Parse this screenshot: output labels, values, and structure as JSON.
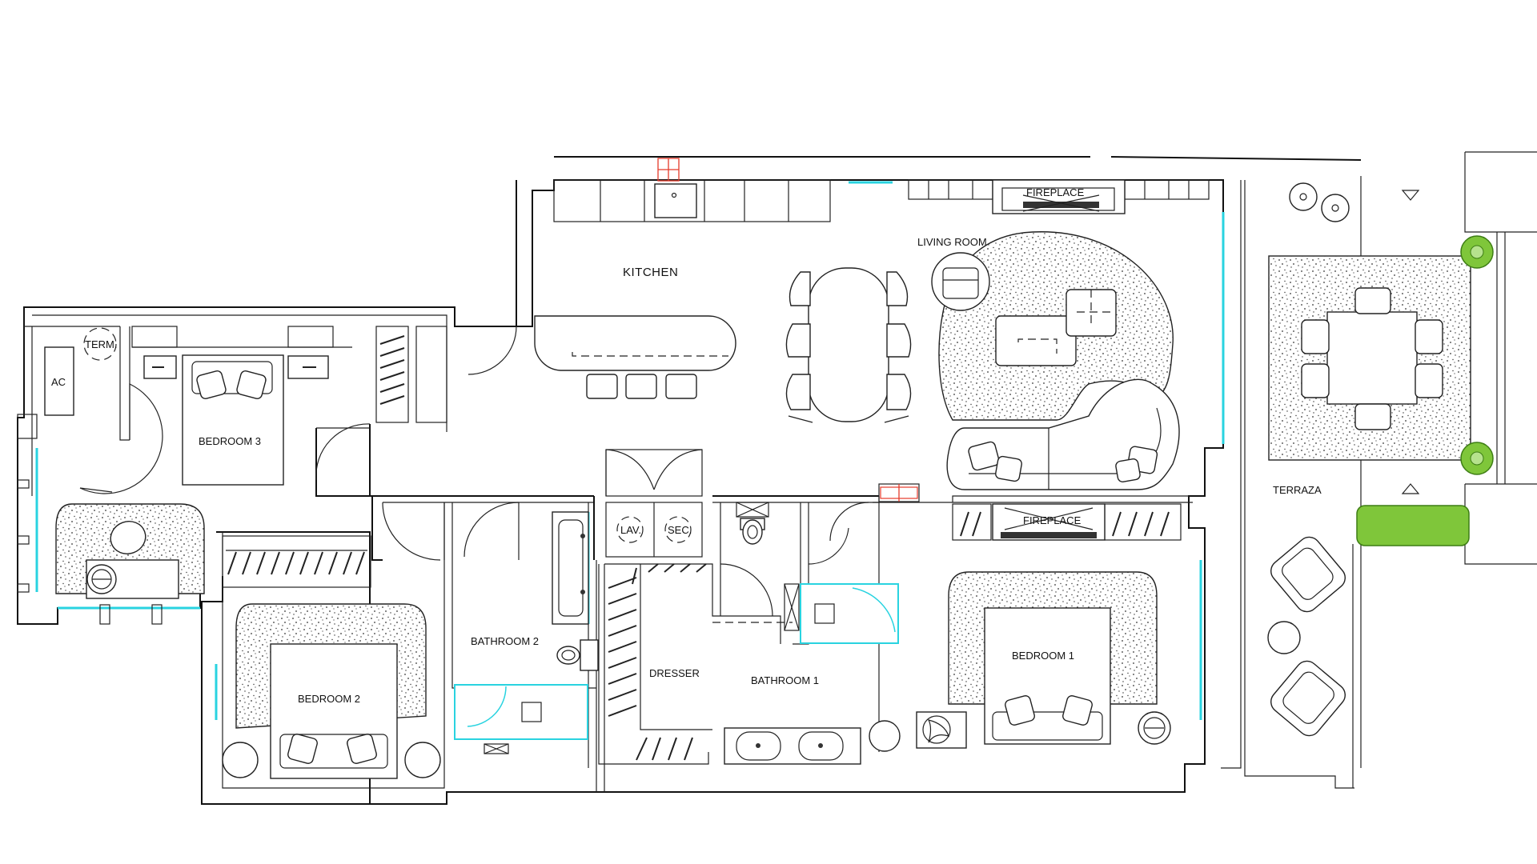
{
  "plan": {
    "rooms": {
      "kitchen": "KITCHEN",
      "living_room": "LIVING ROOM",
      "fireplace_top": "FIREPLACE",
      "fireplace_bottom": "FIREPLACE",
      "bedroom_3": "BEDROOM  3",
      "bedroom_2": "BEDROOM  2",
      "bedroom_1": "BEDROOM  1",
      "bathroom_2": "BATHROOM  2",
      "bathroom_1": "BATHROOM  1",
      "dresser": "DRESSER",
      "terraza": "TERRAZA"
    },
    "equipment": {
      "ac": "AC",
      "term": "TERM.",
      "lav": "LAV.",
      "sec": "SEC."
    },
    "colors": {
      "glazing": "#29d3e0",
      "planting": "#7fc63a",
      "line": "#111111"
    }
  }
}
